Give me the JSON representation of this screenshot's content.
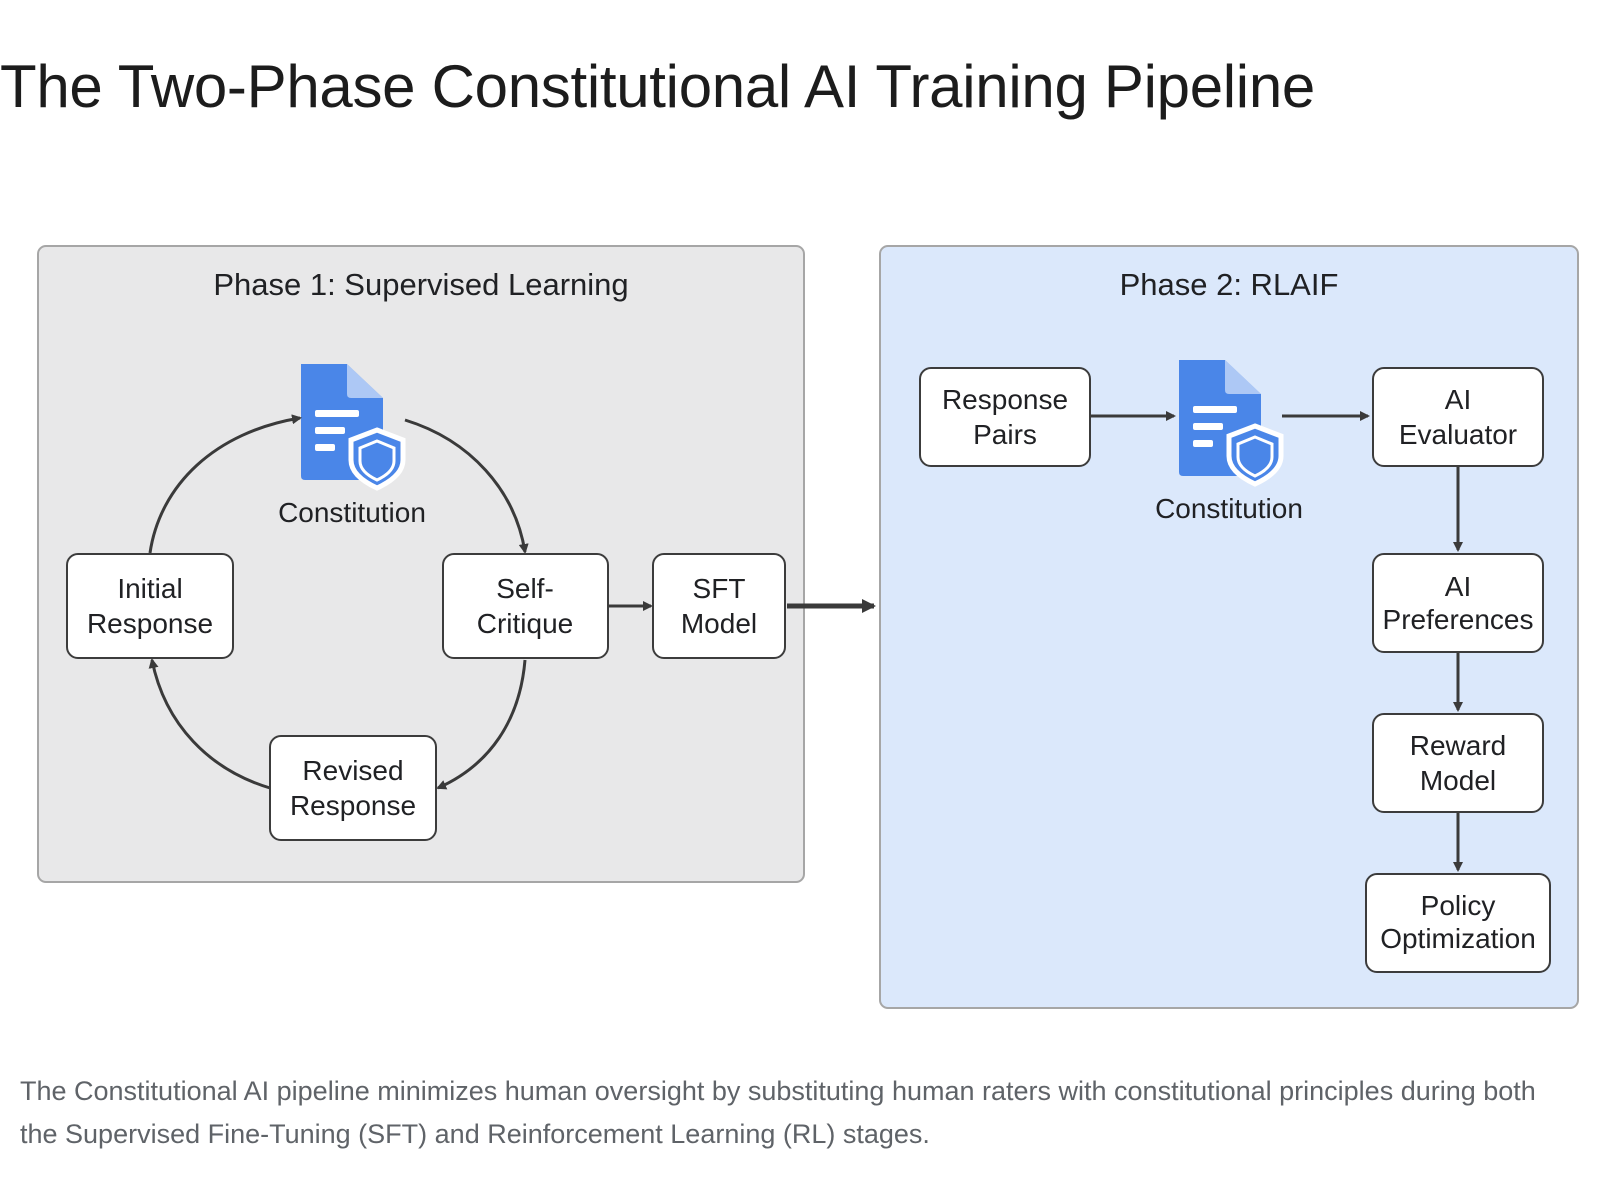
{
  "title": "The Two-Phase Constitutional AI Training Pipeline",
  "caption": "The Constitutional AI pipeline minimizes human oversight by substituting human raters with constitutional principles during both the Supervised Fine-Tuning (SFT) and Reinforcement Learning (RL) stages.",
  "colors": {
    "phase1_fill": "#e8e8e9",
    "phase2_fill": "#dbe8fb",
    "icon_blue": "#4a86e8",
    "arrow": "#3a3a3a"
  },
  "phase1": {
    "title": "Phase 1: Supervised Learning",
    "constitution_label": "Constitution",
    "constitution_icon": "document-shield-icon",
    "nodes": {
      "initial_response": [
        "Initial",
        "Response"
      ],
      "self_critique": [
        "Self-",
        "Critique"
      ],
      "revised_response": [
        "Revised",
        "Response"
      ],
      "sft_model": [
        "SFT",
        "Model"
      ]
    }
  },
  "phase2": {
    "title": "Phase 2: RLAIF",
    "constitution_label": "Constitution",
    "constitution_icon": "document-shield-icon",
    "nodes": {
      "response_pairs": [
        "Response",
        "Pairs"
      ],
      "ai_evaluator": [
        "AI",
        "Evaluator"
      ],
      "ai_preferences": [
        "AI",
        "Preferences"
      ],
      "reward_model": [
        "Reward",
        "Model"
      ],
      "policy_optimization": [
        "Policy",
        "Optimization"
      ]
    }
  }
}
